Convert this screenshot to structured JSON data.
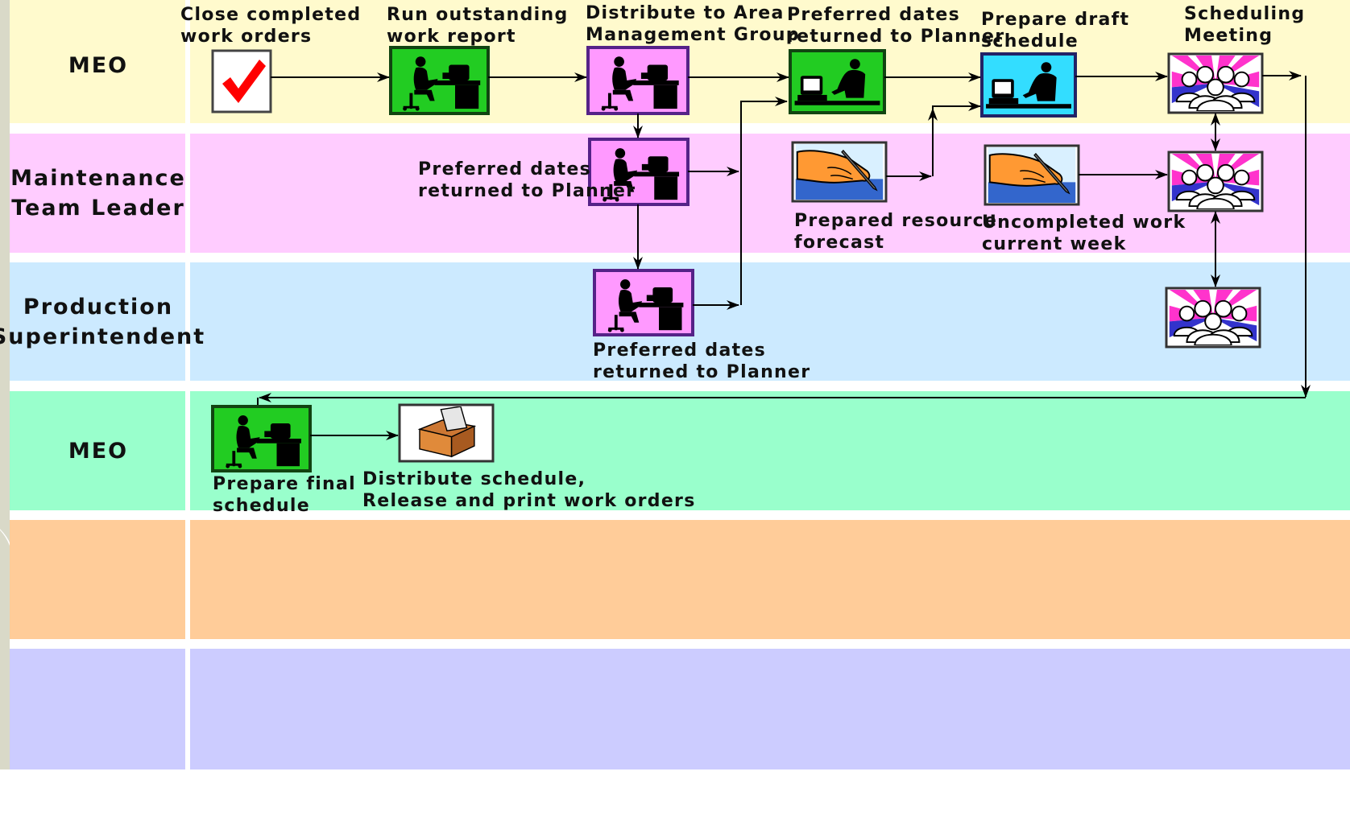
{
  "lanes": [
    {
      "label": "MEO",
      "color": "#fffacd"
    },
    {
      "label": "Maintenance\nTeam Leader",
      "color": "#ffccff"
    },
    {
      "label": "Production\nSuperintendent",
      "color": "#cceaff"
    },
    {
      "label": "MEO",
      "color": "#99ffcc"
    },
    {
      "label": "",
      "color": "#ffcc99"
    },
    {
      "label": "",
      "color": "#ccccff"
    }
  ],
  "captions": {
    "close_completed": "Close completed\nwork orders",
    "run_outstanding": "Run outstanding\nwork report",
    "distribute_area": "Distribute to Area\nManagement Group",
    "preferred_planner_top": "Preferred dates\nreturned to Planner",
    "prepare_draft": "Prepare draft\nschedule",
    "scheduling_meeting": "Scheduling\nMeeting",
    "preferred_mtl": "Preferred dates\nreturned to Planner",
    "prepared_resource": "Prepared resource\nforecast",
    "uncompleted_work": "Uncompleted work\ncurrent week",
    "preferred_ps": "Preferred dates\nreturned to Planner",
    "prepare_final": "Prepare final\nschedule",
    "distribute_schedule": "Distribute schedule,\nRelease and print work orders"
  },
  "icons": {
    "checkmark": "checkmark-icon",
    "desk_worker": "person-at-desk-icon",
    "computer_user": "person-at-computer-icon",
    "meeting": "group-meeting-icon",
    "pen_hand": "hand-writing-icon",
    "ballot_box": "ballot-box-icon"
  },
  "colors": {
    "green_tile": "#22cc22",
    "magenta_tile": "#ff99ff",
    "cyan_tile": "#33ddff",
    "purple_border": "#552288",
    "arrow": "#000000"
  }
}
